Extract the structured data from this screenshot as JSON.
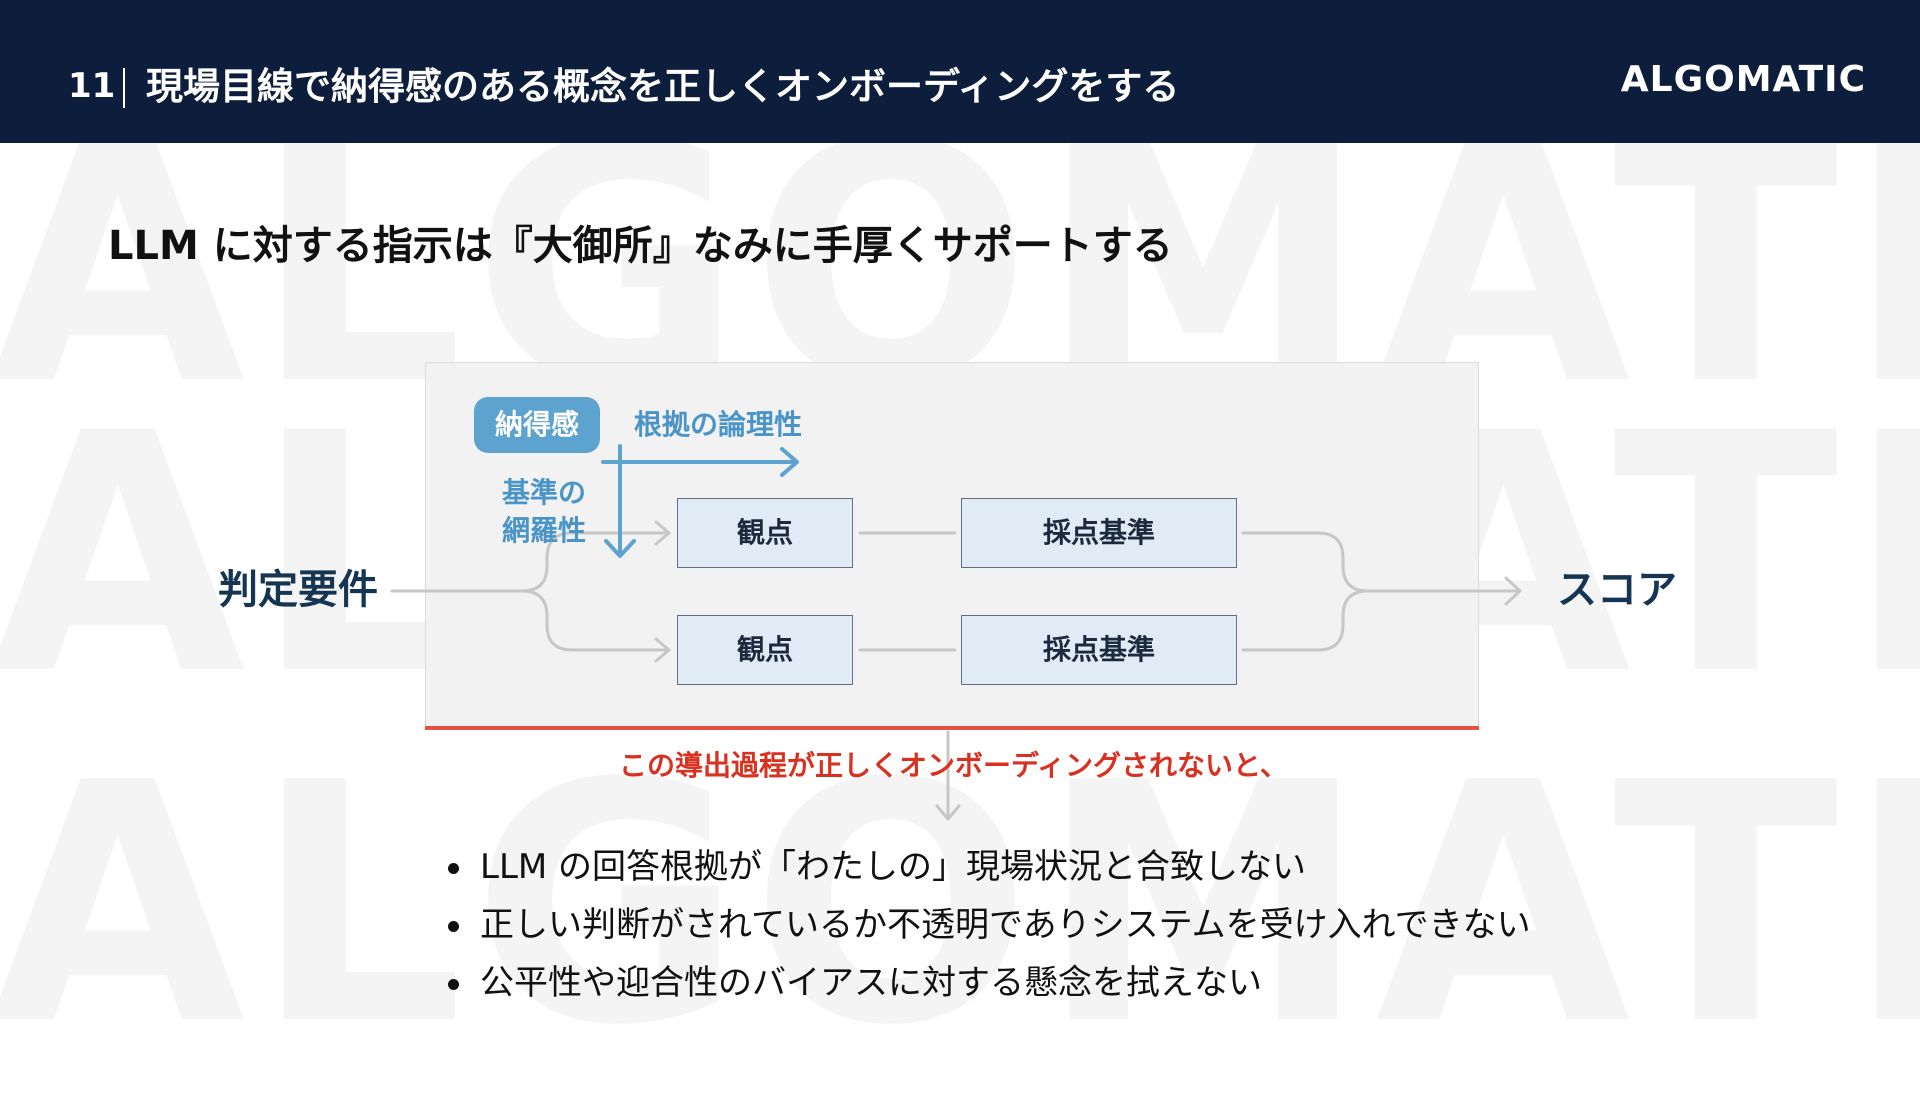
{
  "header": {
    "slide_number": "11",
    "title": "現場目線で納得感のある概念を正しくオンボーディングをする",
    "brand": "ALGOMATIC"
  },
  "subtitle": "LLM に対する指示は『大御所』なみに手厚くサポートする",
  "diagram": {
    "badge": "納得感",
    "axis_horizontal": "根拠の論理性",
    "axis_vertical_line1": "基準の",
    "axis_vertical_line2": "網羅性",
    "input": "判定要件",
    "output": "スコア",
    "rows": [
      {
        "viewpoint": "観点",
        "criteria": "採点基準"
      },
      {
        "viewpoint": "観点",
        "criteria": "採点基準"
      }
    ],
    "line_color": "#c7c7c7",
    "axis_color": "#5ca3cf"
  },
  "warning": "この導出過程が正しくオンボーディングされないと、",
  "bullets": [
    "LLM の回答根拠が「わたしの」現場状況と合致しない",
    "正しい判断がされているか不透明でありシステムを受け入れできない",
    "公平性や迎合性のバイアスに対する懸念を拭えない"
  ],
  "colors": {
    "header_bg": "#0d1e3d",
    "accent_red": "#e05241",
    "warning_text": "#d9301f",
    "box_fill": "#e0ebf6"
  }
}
